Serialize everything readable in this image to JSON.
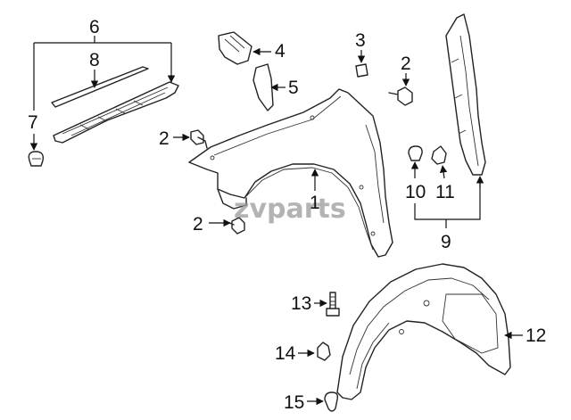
{
  "diagram": {
    "watermark": "zvparts",
    "callouts": [
      {
        "id": "fender",
        "label": "1"
      },
      {
        "id": "bolt-upper",
        "label": "2"
      },
      {
        "id": "bolt-front-left",
        "label": "2"
      },
      {
        "id": "bolt-lower-left",
        "label": "2"
      },
      {
        "id": "seal-pad",
        "label": "3"
      },
      {
        "id": "upper-bracket",
        "label": "4"
      },
      {
        "id": "side-seal",
        "label": "5"
      },
      {
        "id": "molding-assembly",
        "label": "6"
      },
      {
        "id": "clip",
        "label": "7"
      },
      {
        "id": "molding-strip",
        "label": "8"
      },
      {
        "id": "insulator-assembly",
        "label": "9"
      },
      {
        "id": "insulator-clip",
        "label": "10"
      },
      {
        "id": "insulator-retainer",
        "label": "11"
      },
      {
        "id": "fender-liner",
        "label": "12"
      },
      {
        "id": "bolt-13",
        "label": "13"
      },
      {
        "id": "nut-14",
        "label": "14"
      },
      {
        "id": "clip-15",
        "label": "15"
      }
    ]
  }
}
